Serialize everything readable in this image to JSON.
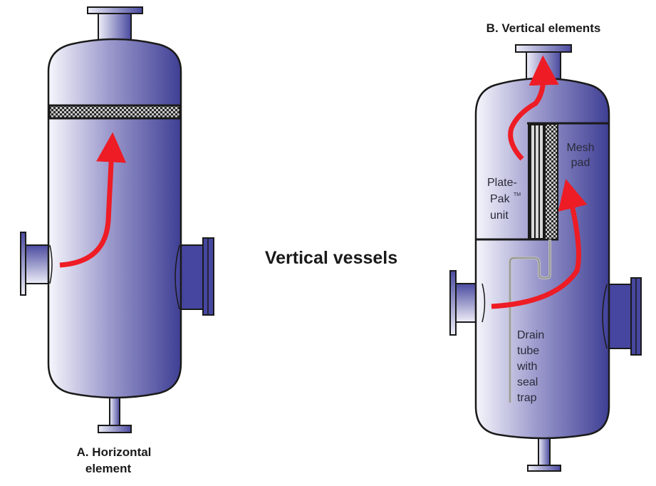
{
  "diagram": {
    "center_title": "Vertical vessels",
    "vessel_a": {
      "label_line1": "A. Horizontal element",
      "label_line2": "element",
      "caption_line1": "A. Horizontal",
      "caption_line2": "element"
    },
    "vessel_b": {
      "title": "B. Vertical elements",
      "mesh_pad_line1": "Mesh",
      "mesh_pad_line2": "pad",
      "plate_pak_line1": "Plate-",
      "plate_pak_line2": "Pak",
      "plate_pak_tm": "TM",
      "plate_pak_line3": "unit",
      "drain_line1": "Drain",
      "drain_line2": "tube",
      "drain_line3": "with",
      "drain_line4": "seal",
      "drain_line5": "trap"
    },
    "colors": {
      "vessel_light": "#f4f4fb",
      "vessel_mid": "#8c8ac4",
      "vessel_dark": "#3f3f95",
      "nozzle_dark": "#4a4aa0",
      "flow_arrow": "#ee1c25",
      "outline": "#1a1a1a",
      "mesh_dark": "#2a2a2a",
      "mesh_light": "#c8c8c8"
    }
  }
}
